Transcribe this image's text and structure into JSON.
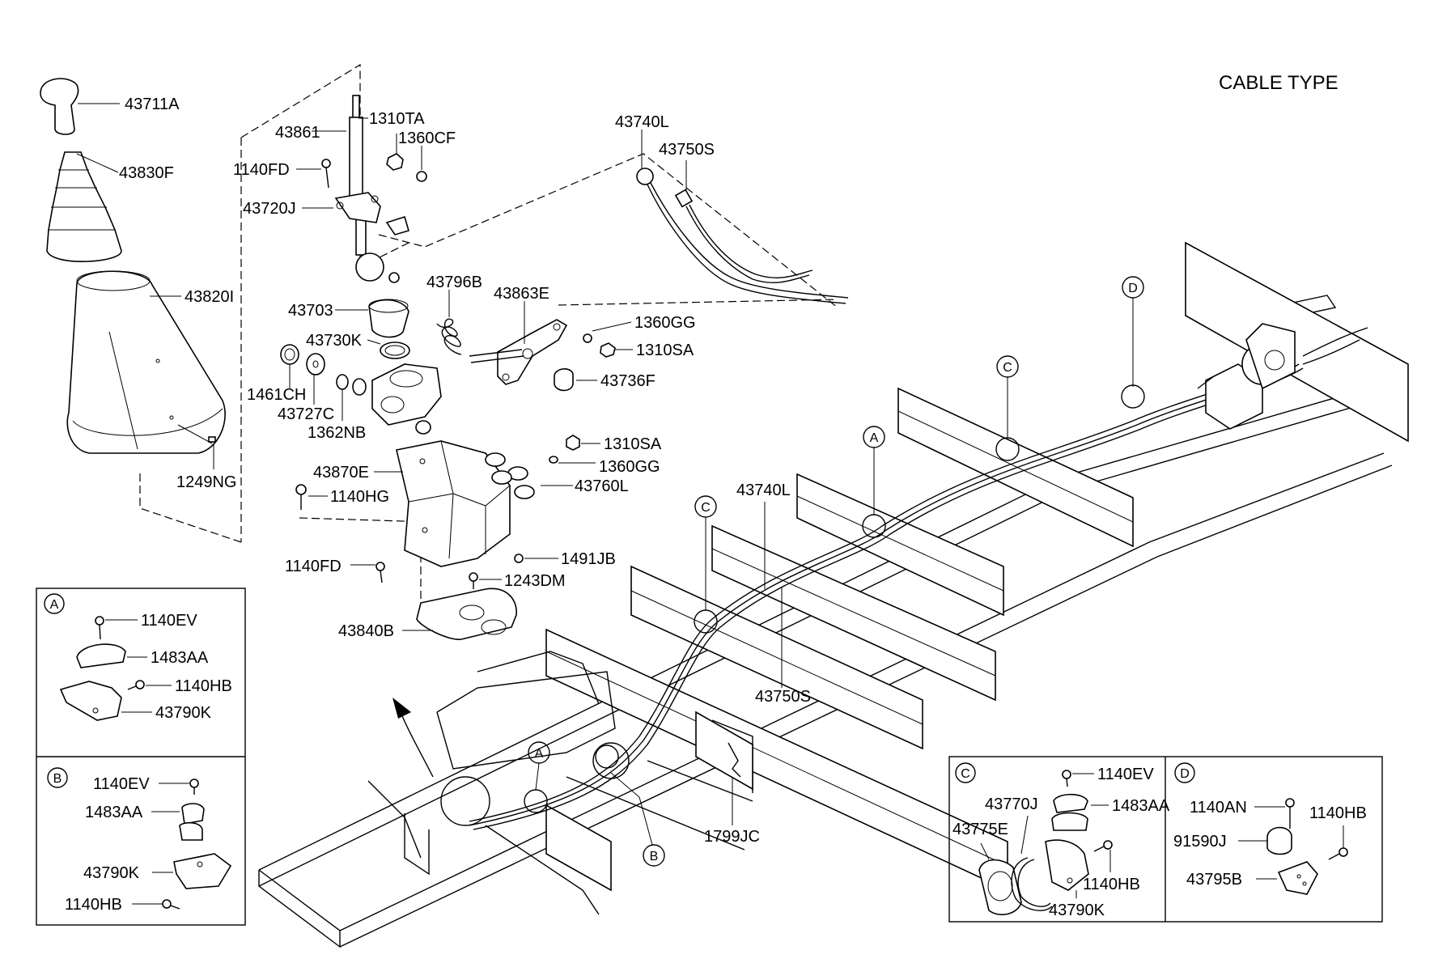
{
  "title": "CABLE TYPE",
  "labels": {
    "p43711A": "43711A",
    "p43830F": "43830F",
    "p43820I": "43820I",
    "p1249NG": "1249NG",
    "p43861": "43861",
    "p1310TA": "1310TA",
    "p1360CF": "1360CF",
    "p1140FD_a": "1140FD",
    "p43720J": "43720J",
    "p43740L_top": "43740L",
    "p43750S_top": "43750S",
    "p43703": "43703",
    "p43796B": "43796B",
    "p43863E": "43863E",
    "p1360GG_a": "1360GG",
    "p1310SA_a": "1310SA",
    "p43730K": "43730K",
    "p43736F": "43736F",
    "p1461CH": "1461CH",
    "p43727C": "43727C",
    "p1362NB": "1362NB",
    "p1310SA_b": "1310SA",
    "p1360GG_b": "1360GG",
    "p43870E": "43870E",
    "p43760L": "43760L",
    "p1140HG": "1140HG",
    "p1140FD_b": "1140FD",
    "p1491JB": "1491JB",
    "p1243DM": "1243DM",
    "p43840B": "43840B",
    "p43740L_mid": "43740L",
    "p43750S_mid": "43750S",
    "p1799JC": "1799JC"
  },
  "markers": {
    "A": "A",
    "B": "B",
    "C": "C",
    "D": "D"
  },
  "detail_A": {
    "marker": "A",
    "labels": [
      "1140EV",
      "1483AA",
      "1140HB",
      "43790K"
    ]
  },
  "detail_B": {
    "marker": "B",
    "labels": [
      "1140EV",
      "1483AA",
      "43790K",
      "1140HB"
    ]
  },
  "detail_C": {
    "marker": "C",
    "labels": [
      "1140EV",
      "43770J",
      "1483AA",
      "43775E",
      "1140HB",
      "43790K"
    ]
  },
  "detail_D": {
    "marker": "D",
    "labels": [
      "1140AN",
      "1140HB",
      "91590J",
      "43795B"
    ]
  }
}
